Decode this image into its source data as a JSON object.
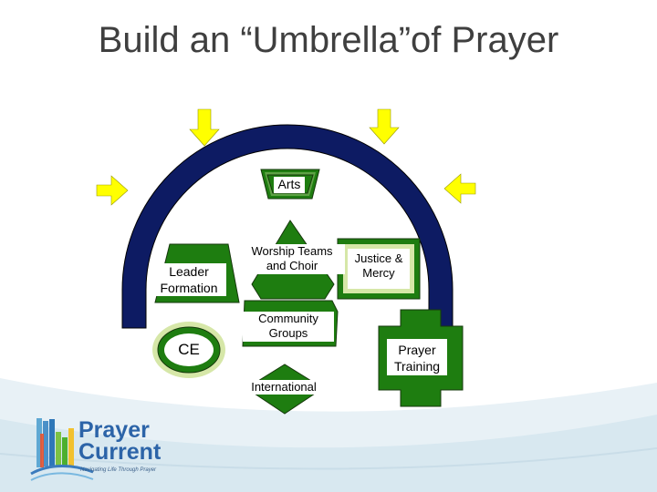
{
  "slide": {
    "title": "Build an “Umbrella”of Prayer"
  },
  "diagram": {
    "nodes": {
      "arts": "Arts",
      "worship": "Worship Teams\nand  Choir",
      "leader": "Leader\nFormation",
      "justice": "Justice &\nMercy",
      "community": "Community\nGroups",
      "ce": "CE",
      "prayer_training": "Prayer\nTraining",
      "international": "International"
    },
    "colors": {
      "arc": "#0d1b63",
      "arrow": "#ffff00",
      "node_fill": "#1e7d10",
      "node_light": "#d6e7a8",
      "node_stroke": "#16380c"
    }
  },
  "logo": {
    "line1": "Prayer",
    "line2": "Current",
    "tagline": "Navigating Life Through Prayer",
    "colors": {
      "text": "#2c64a8",
      "tagline": "#3a5f8a"
    }
  }
}
